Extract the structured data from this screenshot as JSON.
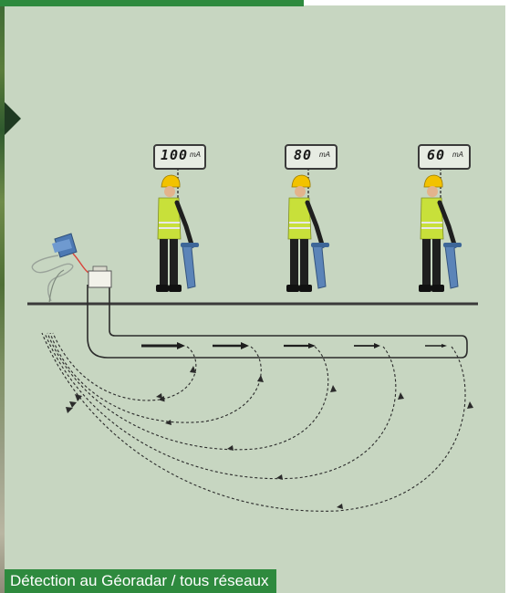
{
  "caption": "Détection au Géoradar / tous réseaux",
  "readouts": [
    {
      "value": "100",
      "unit": "mA"
    },
    {
      "value": "80",
      "unit": "mA"
    },
    {
      "value": "60",
      "unit": "mA"
    }
  ],
  "colors": {
    "accent_green": "#2e8a3e",
    "panel": "#c7d6c1",
    "ink": "#2b2b2b",
    "hi_vis_vest": "#c8e03a",
    "helmet": "#f2c200",
    "locator": "#5b84b8",
    "cable_red": "#d9423a"
  },
  "icons": [
    "transmitter-icon",
    "worker-icon",
    "locator-icon",
    "current-flow-arrow-icon"
  ]
}
